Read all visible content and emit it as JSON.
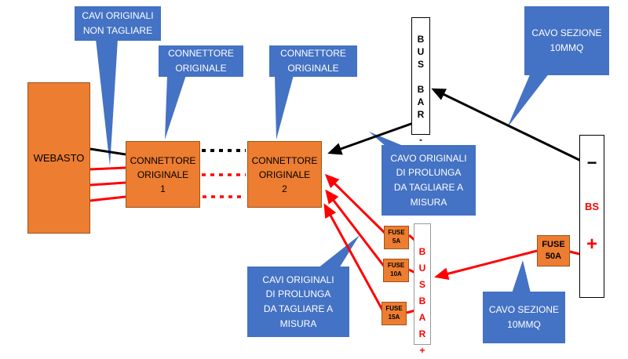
{
  "colors": {
    "orange": "#ED7D31",
    "callout_blue": "#4472C4",
    "wire_black": "#000000",
    "wire_red": "#FF0000",
    "background": "#FFFFFF"
  },
  "webasto": {
    "label": "WEBASTO"
  },
  "connector1": {
    "label": "CONNETTORE\nORIGINALE\n1"
  },
  "connector2": {
    "label": "CONNETTORE\nORIGINALE\n2"
  },
  "callouts": {
    "no_cut": "CAVI ORIGINALI\nNON TAGLIARE",
    "conn_orig_1": "CONNETTORE\nORIGINALE",
    "conn_orig_2": "CONNETTORE\nORIGINALE",
    "cable_10mmq_top": "CAVO SEZIONE\n10MMQ",
    "prolunga_neg": "CAVO ORIGINALI\nDI PROLUNGA\nDA TAGLIARE A\nMISURA",
    "prolunga_pos": "CAVI ORIGINALI\nDI PROLUNGA\nDA TAGLIARE A\nMISURA",
    "cable_10mmq_bottom": "CAVO SEZIONE\n10MMQ"
  },
  "busbar_negative": {
    "label": "B\nU\nS\n\nB\nA\nR\n\n-"
  },
  "busbar_positive": {
    "label": "B\nU\nS\nB\nA\nR\n+"
  },
  "battery": {
    "minus": "−",
    "label": "BS",
    "plus": "+"
  },
  "fuses": {
    "f5": "FUSE\n5A",
    "f10": "FUSE\n10A",
    "f15": "FUSE\n15A",
    "f50": "FUSE\n50A"
  }
}
